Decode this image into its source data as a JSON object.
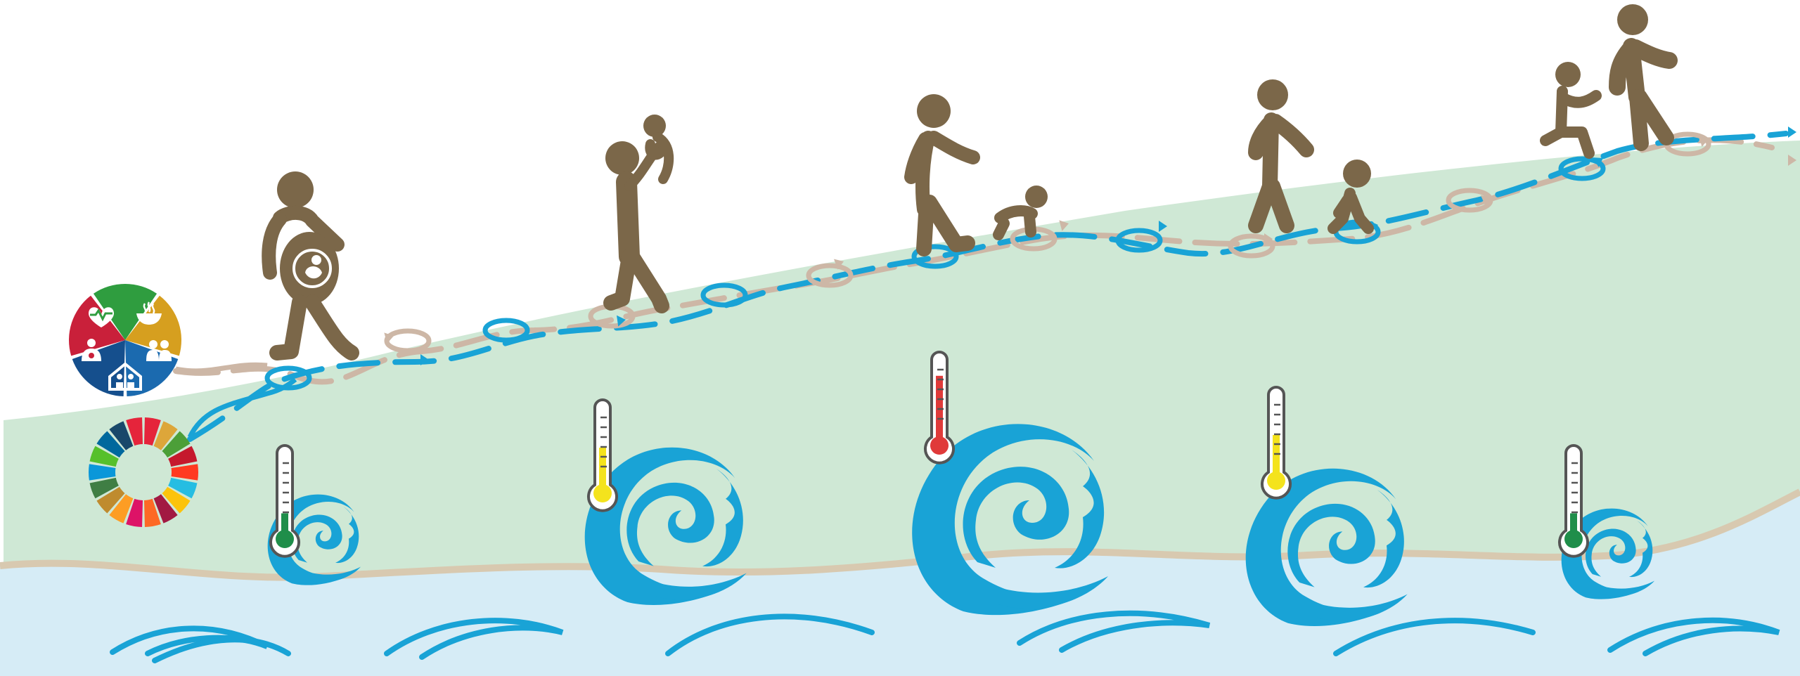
{
  "colors": {
    "background": "#ffffff",
    "hill": "#cfe8d5",
    "ground_line": "#d8c9b0",
    "sea": "#d6ecf6",
    "wave": "#19a3d6",
    "person": "#7b6749",
    "path_brown": "#cdb7a6",
    "path_blue": "#19a3d6",
    "thermo_low": "#1f8e4a",
    "thermo_medium": "#f4e31d",
    "thermo_high": "#e03a3a"
  },
  "hub_icons": [
    "heart-health-icon",
    "food-bowl-icon",
    "family-icon",
    "home-family-icon",
    "mother-child-icon"
  ],
  "hub_colors": [
    "#2f9d3f",
    "#d69f1f",
    "#1b6aaf",
    "#154f8d",
    "#c9203a"
  ],
  "sdg_wheel_colors": [
    "#e5243b",
    "#dda63a",
    "#4c9f38",
    "#c5192d",
    "#ff3a21",
    "#26bde2",
    "#fcc30b",
    "#a21942",
    "#fd6925",
    "#dd1367",
    "#fd9d24",
    "#bf8b2e",
    "#3f7e44",
    "#0a97d9",
    "#56c02b",
    "#00689d",
    "#19486a",
    "#e5243b"
  ],
  "life_stages": [
    {
      "name": "pregnancy",
      "icon": "pregnant-person-icon"
    },
    {
      "name": "infancy",
      "icon": "adult-holding-baby-icon"
    },
    {
      "name": "crawling",
      "icon": "adult-with-crawling-infant-icon"
    },
    {
      "name": "toddler",
      "icon": "adult-with-toddler-icon"
    },
    {
      "name": "child",
      "icon": "adult-with-child-icon"
    }
  ],
  "heat_waves": [
    {
      "thermometer_level": "low",
      "fill": 0.25
    },
    {
      "thermometer_level": "medium",
      "fill": 0.5
    },
    {
      "thermometer_level": "high",
      "fill": 0.8
    },
    {
      "thermometer_level": "medium",
      "fill": 0.5
    },
    {
      "thermometer_level": "low",
      "fill": 0.25
    }
  ]
}
